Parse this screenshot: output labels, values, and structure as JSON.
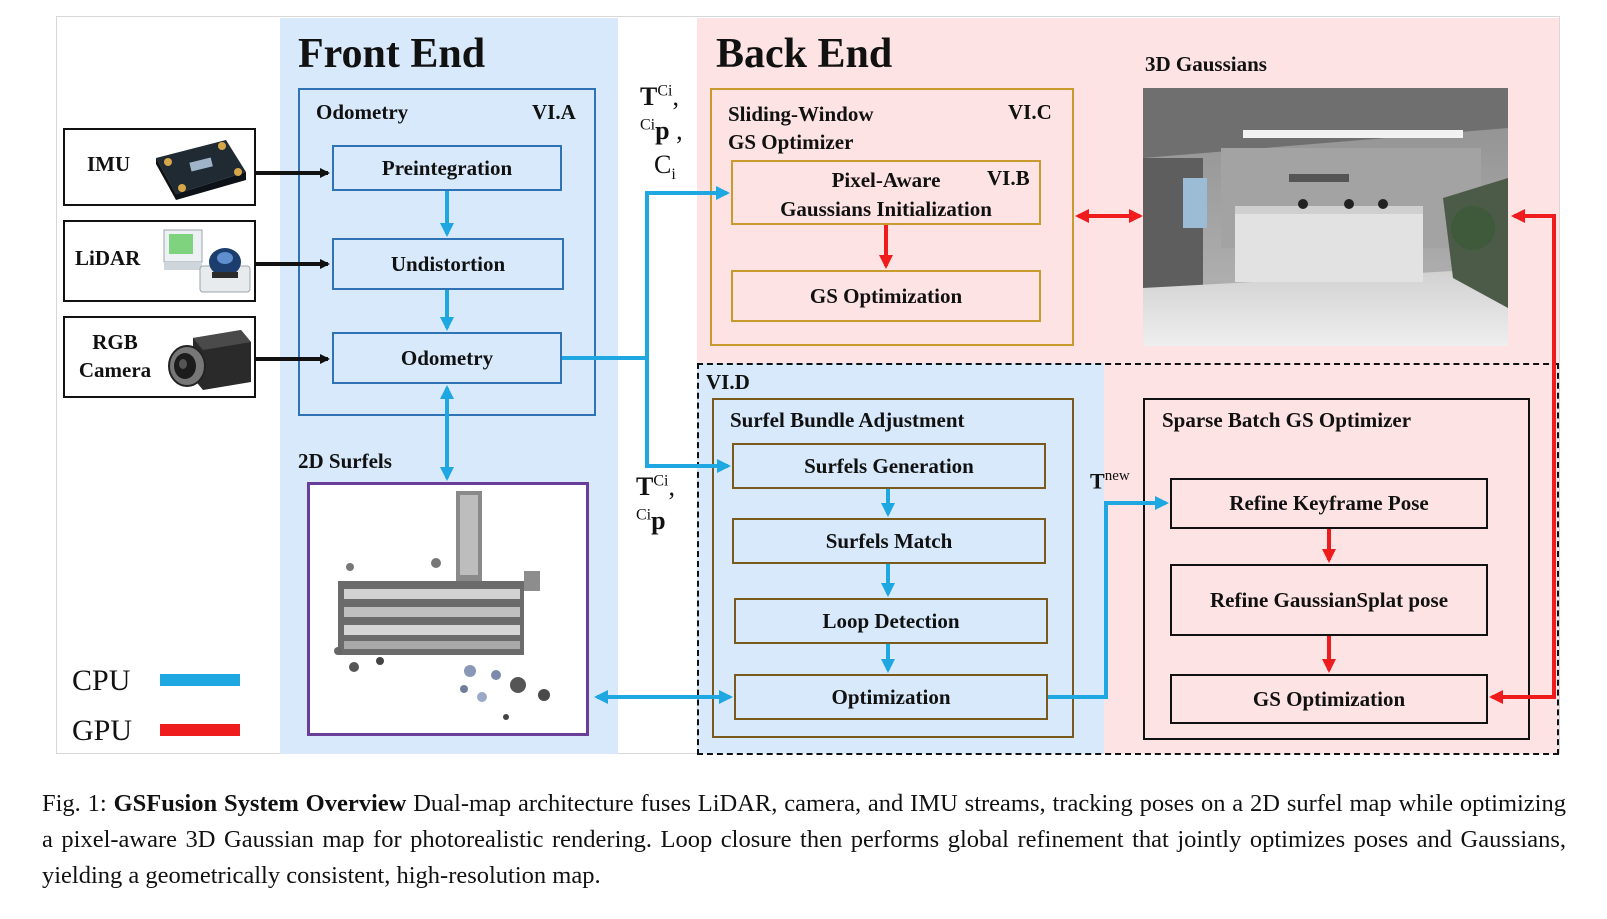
{
  "diagram": {
    "front_end": {
      "title": "Front End",
      "odometry_group": {
        "label": "Odometry",
        "section": "VI.A"
      },
      "blocks": [
        "Preintegration",
        "Undistortion",
        "Odometry"
      ],
      "surfels_label": "2D Surfels"
    },
    "sensors": {
      "imu": "IMU",
      "lidar": "LiDAR",
      "rgb_line1": "RGB",
      "rgb_line2": "Camera"
    },
    "back_end": {
      "title": "Back End",
      "sliding_window": {
        "line1": "Sliding-Window",
        "line2": "GS Optimizer",
        "section": "VI.C"
      },
      "pixel_aware": {
        "line1": "Pixel-Aware",
        "line2": "Gaussians Initialization",
        "section": "VI.B"
      },
      "gs_optimization": "GS Optimization",
      "gaussians_label": "3D Gaussians"
    },
    "loop_section": {
      "section": "VI.D",
      "surfel_ba": {
        "title": "Surfel Bundle Adjustment",
        "blocks": [
          "Surfels Generation",
          "Surfels Match",
          "Loop Detection",
          "Optimization"
        ]
      },
      "sparse_batch": {
        "title": "Sparse Batch GS Optimizer",
        "block1": "Refine Keyframe Pose",
        "block2_line1": "Refine Gaussian",
        "block2_line2": "Splat pose",
        "block3": "GS Optimization"
      }
    },
    "math_labels": {
      "top_T": "T",
      "top_T_sup": "Ci",
      "top_p_pre": "Ci",
      "top_p": "p",
      "top_c": "C",
      "top_c_sub": "i",
      "mid_T": "T",
      "mid_T_sup": "Ci",
      "mid_p_pre": "Ci",
      "mid_p": "p",
      "tnew": "T",
      "tnew_sup": "new"
    },
    "legend": {
      "cpu": "CPU",
      "gpu": "GPU",
      "cpu_color": "#1ea7e1",
      "gpu_color": "#ee1c1c"
    }
  },
  "caption": {
    "prefix": "Fig. 1: ",
    "lead": "GSFusion System Overview",
    "text": " Dual-map architecture fuses LiDAR, camera, and IMU streams, tracking poses on a 2D surfel map while optimizing a pixel-aware 3D Gaussian map for photorealistic rendering. Loop closure then performs global refinement that jointly optimizes poses and Gaussians, yielding a geometrically consistent, high-resolution map."
  }
}
